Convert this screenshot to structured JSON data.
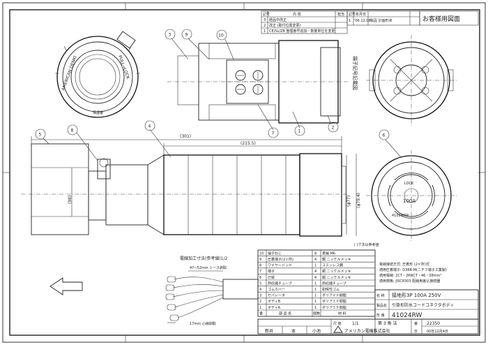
{
  "header": {
    "customer_use": "お客様用図面",
    "revisions": [
      {
        "mark": "3",
        "text": "極品中改正"
      },
      {
        "mark": "2",
        "text": "改正 (取付位置変更)"
      },
      {
        "mark": "1",
        "text": "CE/SL/ZB 整理番号追加・数量単位を変更"
      }
    ],
    "rev_right": {
      "mark": "1",
      "date": "'06.12.08",
      "text": "製品 計画形状"
    },
    "rev_header": {
      "mark": "記号",
      "date": "年月日",
      "content": "内 容",
      "name": "担当"
    }
  },
  "vertical_label": "端子記号記載図",
  "front_view_text": [
    "AMERICAN DENKI",
    "PULL→LOCK",
    "保護番"
  ],
  "dimensions": {
    "d301": "(301)",
    "d215": "(215.5)",
    "d98": "(98)",
    "d77": "(φ77)",
    "d79": "(φ79.4)"
  },
  "callouts": [
    "3",
    "9",
    "10",
    "7",
    "1",
    "2",
    "5",
    "8",
    "4",
    "6"
  ],
  "face_text": {
    "lock": "LOCK",
    "rating": "100A",
    "code": "41024RW"
  },
  "note_ref": "( )寸法は参考値",
  "wire_detail": {
    "title": "電線加工寸法(参考値)1/2",
    "strip": "47~52mm シース剥取",
    "tip": "17mm 心線剥取"
  },
  "parts_table": {
    "rows": [
      {
        "no": "10",
        "name": "端子ねじ",
        "qty": "8",
        "material": "真鍮 M6"
      },
      {
        "no": "9",
        "name": "圧着端子(2ヶ所)",
        "qty": "4",
        "material": "鋼 ニッケルメッキ"
      },
      {
        "no": "8",
        "name": "ワイヤーバンド",
        "qty": "1",
        "material": "ステンレス鋼"
      },
      {
        "no": "7",
        "name": "端子",
        "qty": "4",
        "material": "銅 ニッケルメッキ"
      },
      {
        "no": "6",
        "name": "刃受",
        "qty": "4",
        "material": "銅 ニッケルメッキ"
      },
      {
        "no": "5",
        "name": "熱収縮チューブ",
        "qty": "1",
        "material": "熱収縮チューブ"
      },
      {
        "no": "4",
        "name": "ゴムカバー",
        "qty": "1",
        "material": "耐候性ゴム"
      },
      {
        "no": "3",
        "name": "セパレータ",
        "qty": "1",
        "material": "ポリアミド樹脂"
      },
      {
        "no": "2",
        "name": "ボディB",
        "qty": "1",
        "material": "ポリアミド樹脂"
      },
      {
        "no": "1",
        "name": "ボディA",
        "qty": "1",
        "material": "ポリアミド樹脂"
      }
    ],
    "header": {
      "no": "番",
      "name": "部 品 名",
      "qty": "個数",
      "material": "材 料"
    }
  },
  "spec": {
    "lines": [
      "電線接続方式: 圧着形 (2ヶ所)式",
      "適用圧着端子: D38R-M(ニチフ端子工業製)",
      "適用電線: 2CT・2RNCT・46・38mm²",
      "適用規格: JISC8303 配線用差込接続器"
    ],
    "name_label": "名 称",
    "name": "接地形3P 100A 250V",
    "product_label": "製品名",
    "product": "引掛形防水コードコネクタボディ",
    "model_label": "形 番",
    "model": "41024RW"
  },
  "title_block": {
    "scale_label": "尺 度",
    "scale": "1/1",
    "angle": "第 3 角 法",
    "drawing_label": "番",
    "drawing_no": "22350",
    "names": [
      "新井",
      "本",
      "小池"
    ],
    "company": "アメリカン電機株式会社",
    "date_label": "日",
    "date": "00年12月4日"
  }
}
